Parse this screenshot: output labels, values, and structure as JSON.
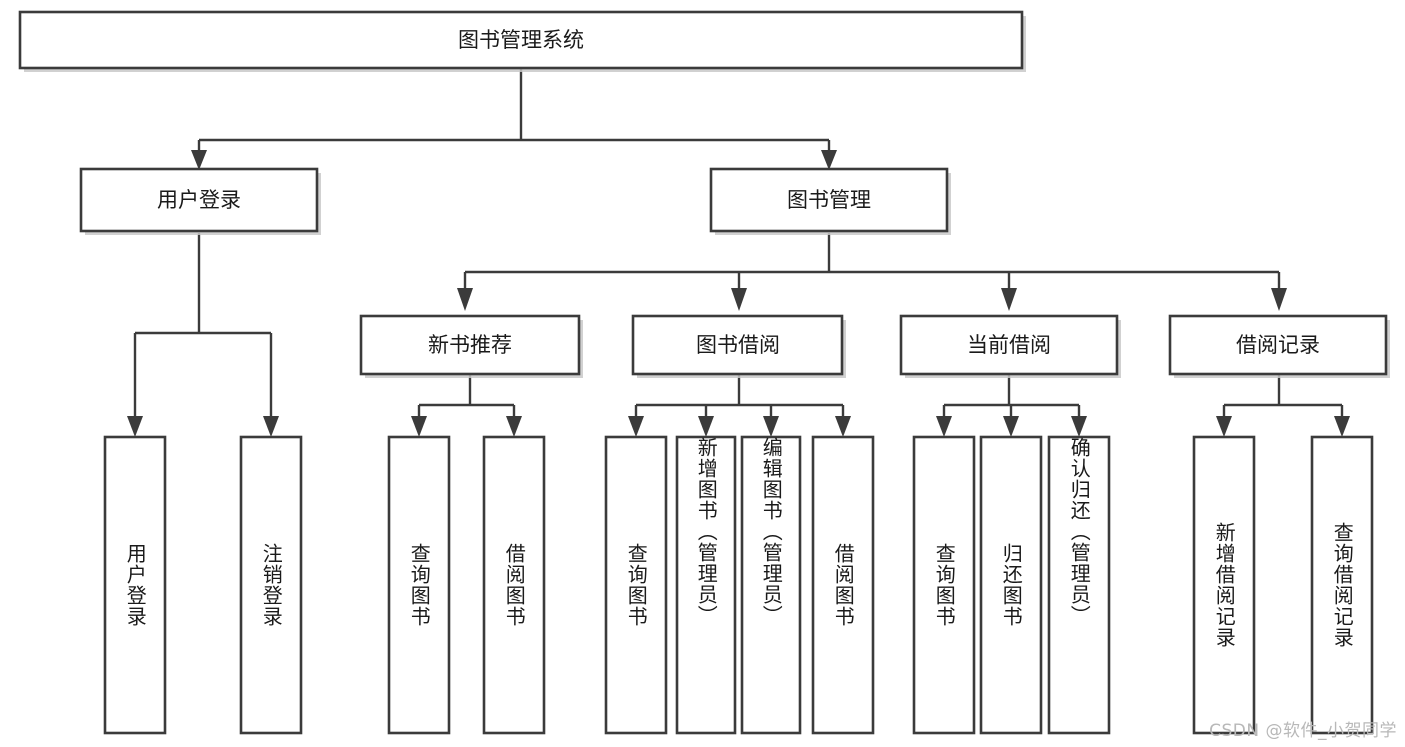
{
  "diagram": {
    "type": "tree-hierarchy-chart",
    "title": "图书管理系统",
    "orientation": "top-down",
    "colors": {
      "box_fill": "#ffffff",
      "box_stroke": "#3b3b3b",
      "connector": "#3b3b3b",
      "text": "#1a1a1a",
      "background": "#ffffff",
      "watermark": "#b8b8b8"
    },
    "levels": {
      "root": "图书管理系统",
      "level2": [
        "用户登录",
        "图书管理"
      ],
      "level3": [
        "新书推荐",
        "图书借阅",
        "当前借阅",
        "借阅记录"
      ],
      "level4_groups": [
        {
          "parent": "用户登录",
          "leaves": [
            "用户登录",
            "注销登录"
          ]
        },
        {
          "parent": "新书推荐",
          "leaves": [
            "查询图书",
            "借阅图书"
          ]
        },
        {
          "parent": "图书借阅",
          "leaves": [
            "查询图书",
            "新增图书（管理员）",
            "编辑图书（管理员）",
            "借阅图书"
          ]
        },
        {
          "parent": "当前借阅",
          "leaves": [
            "查询图书",
            "归还图书",
            "确认归还（管理员）"
          ]
        },
        {
          "parent": "借阅记录",
          "leaves": [
            "新增借阅记录",
            "查询借阅记录"
          ]
        }
      ]
    },
    "nodes": {
      "root": {
        "label": "图书管理系统"
      },
      "user_login": {
        "label": "用户登录"
      },
      "book_manage": {
        "label": "图书管理"
      },
      "new_book_rec": {
        "label": "新书推荐"
      },
      "book_borrow": {
        "label": "图书借阅"
      },
      "current_borrow": {
        "label": "当前借阅"
      },
      "borrow_record": {
        "label": "借阅记录"
      }
    },
    "leaves": {
      "l1": {
        "label": "用户登录"
      },
      "l2": {
        "label": "注销登录"
      },
      "l3": {
        "label": "查询图书"
      },
      "l4": {
        "label": "借阅图书"
      },
      "l5": {
        "label": "查询图书"
      },
      "l6": {
        "label": "新增图书（管理员）"
      },
      "l7": {
        "label": "编辑图书（管理员）"
      },
      "l8": {
        "label": "借阅图书"
      },
      "l9": {
        "label": "查询图书"
      },
      "l10": {
        "label": "归还图书"
      },
      "l11": {
        "label": "确认归还（管理员）"
      },
      "l12": {
        "label": "新增借阅记录"
      },
      "l13": {
        "label": "查询借阅记录"
      }
    },
    "watermark": "CSDN @软件_小贺同学"
  }
}
